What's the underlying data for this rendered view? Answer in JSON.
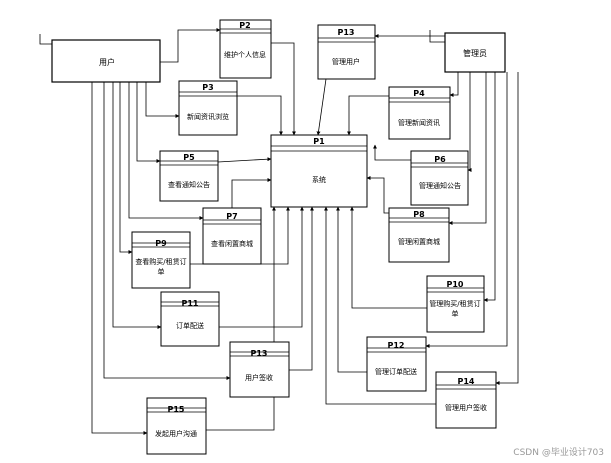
{
  "entities": {
    "user": {
      "label": "用户"
    },
    "admin": {
      "label": "管理员"
    }
  },
  "processes": {
    "p1": {
      "id": "P1",
      "name": "系统"
    },
    "p2": {
      "id": "P2",
      "name": "维护个人信息"
    },
    "p13a": {
      "id": "P13",
      "name": "管理用户"
    },
    "p3": {
      "id": "P3",
      "name": "新闻资讯浏览"
    },
    "p4": {
      "id": "P4",
      "name": "管理新闻资讯"
    },
    "p5": {
      "id": "P5",
      "name": "查看通知公告"
    },
    "p6": {
      "id": "P6",
      "name": "管理通知公告"
    },
    "p7": {
      "id": "P7",
      "name": "查看闲置商城"
    },
    "p8": {
      "id": "P8",
      "name": "管理闲置商城"
    },
    "p9": {
      "id": "P9",
      "name1": "查看购买/租赁订",
      "name2": "单"
    },
    "p10": {
      "id": "P10",
      "name1": "管理购买/租赁订",
      "name2": "单"
    },
    "p11": {
      "id": "P11",
      "name": "订单配送"
    },
    "p12": {
      "id": "P12",
      "name": "管理订单配送"
    },
    "p13b": {
      "id": "P13",
      "name": "用户签收"
    },
    "p14": {
      "id": "P14",
      "name": "管理用户签收"
    },
    "p15": {
      "id": "P15",
      "name": "发起用户沟通"
    }
  },
  "watermark": "CSDN @毕业设计703"
}
